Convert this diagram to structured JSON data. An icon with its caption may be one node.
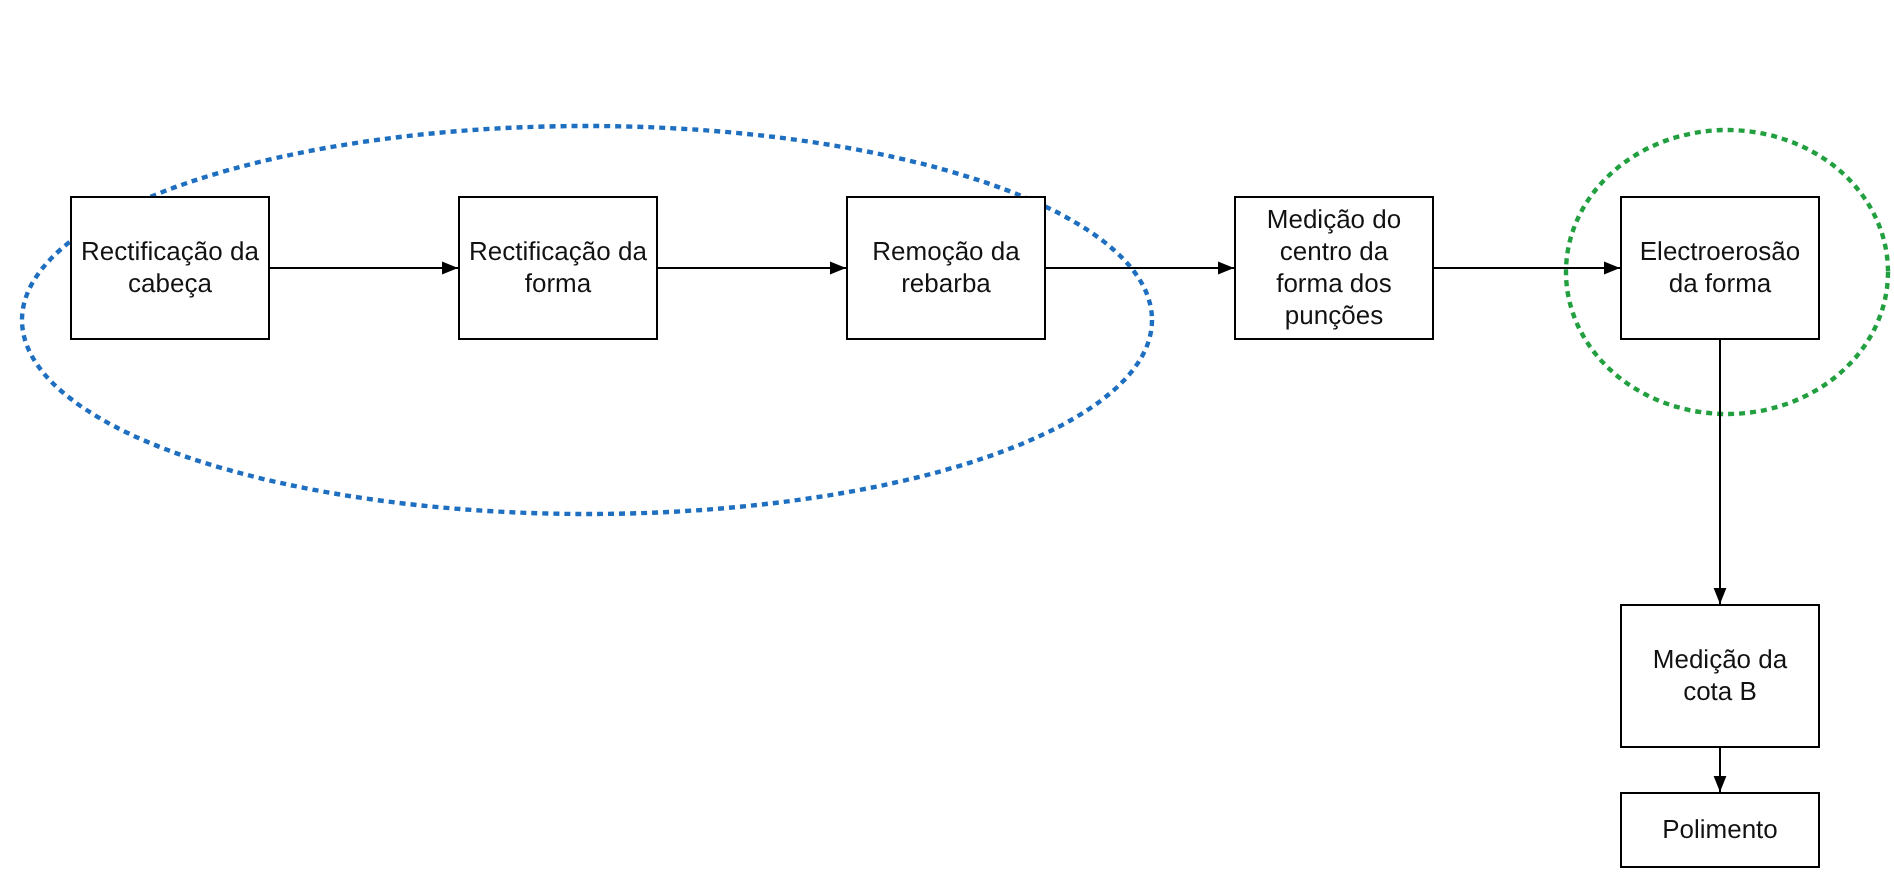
{
  "diagram": {
    "nodes": [
      {
        "text": [],
        "shape": "ellipse"
      },
      {
        "text": [
          "Rectificação da cabeça"
        ],
        "in": 0
      },
      {
        "text": [
          "Rectificação da forma"
        ],
        "in": 0
      },
      {
        "text": [
          "Remoção da rebarba"
        ],
        "in": 0
      },
      {
        "text": [
          "Medição do centro da forma dos punções"
        ]
      },
      {
        "text": [],
        "shape": "ellipse"
      },
      {
        "text": [
          "Electroerosão da forma"
        ],
        "in": 5
      },
      {
        "text": [
          "Medição da cota B"
        ]
      },
      {
        "text": [
          "Polimento"
        ]
      }
    ],
    "edges": [
      {
        "from": 1,
        "to": 2,
        "arrow": "to"
      },
      {
        "from": 2,
        "to": 3,
        "arrow": "to"
      },
      {
        "from": 3,
        "to": 4,
        "arrow": "to"
      },
      {
        "from": 4,
        "to": 6,
        "arrow": "to"
      },
      {
        "from": 6,
        "to": 7,
        "arrow": "to"
      },
      {
        "from": 7,
        "to": 8,
        "arrow": "to"
      }
    ]
  }
}
